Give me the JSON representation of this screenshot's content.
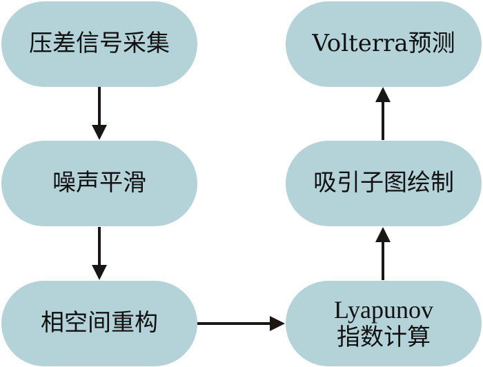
{
  "colors": {
    "node_fill": "#b3d3d8",
    "arrow": "#1a1614",
    "text": "#111111"
  },
  "nodes": [
    {
      "id": "n1",
      "lines": [
        "压差信号采集"
      ]
    },
    {
      "id": "n2",
      "lines": [
        "噪声平滑"
      ]
    },
    {
      "id": "n3",
      "lines": [
        "相空间重构"
      ]
    },
    {
      "id": "n4",
      "lines": [
        "Volterra预测"
      ]
    },
    {
      "id": "n5",
      "lines": [
        "吸引子图绘制"
      ]
    },
    {
      "id": "n6",
      "lines": [
        "Lyapunov",
        "指数计算"
      ]
    }
  ],
  "edges": [
    {
      "from": "压差信号采集",
      "to": "噪声平滑",
      "direction": "down"
    },
    {
      "from": "噪声平滑",
      "to": "相空间重构",
      "direction": "down"
    },
    {
      "from": "相空间重构",
      "to": "Lyapunov指数计算",
      "direction": "right"
    },
    {
      "from": "Lyapunov指数计算",
      "to": "吸引子图绘制",
      "direction": "up"
    },
    {
      "from": "吸引子图绘制",
      "to": "Volterra预测",
      "direction": "up"
    }
  ]
}
